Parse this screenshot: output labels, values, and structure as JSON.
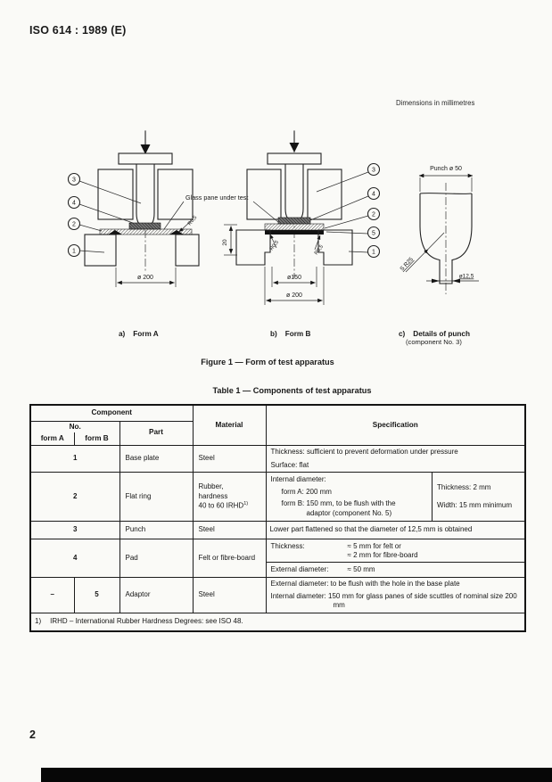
{
  "page": {
    "doc_ref": "ISO 614 : 1989 (E)",
    "dimensions_note": "Dimensions in millimetres",
    "page_number": "2"
  },
  "figure": {
    "caption": "Figure 1 — Form of test apparatus",
    "glass_label": "Glass pane under test",
    "form_a": {
      "caption_prefix": "a)",
      "caption": "Form A",
      "callouts": [
        "3",
        "4",
        "2",
        "1"
      ],
      "dim_outer": "ø 200",
      "radius_label": "R0,5"
    },
    "form_b": {
      "caption_prefix": "b)",
      "caption": "Form B",
      "callouts": [
        "3",
        "4",
        "2",
        "5",
        "1"
      ],
      "dim_inner": "ø150",
      "dim_outer": "ø 200",
      "dim_depth": "20",
      "radius_left": "R0,5",
      "radius_right": "R0,5"
    },
    "punch": {
      "caption_prefix": "c)",
      "caption": "Details of punch",
      "caption_sub": "(component No. 3)",
      "dim_top": "Punch ø 50",
      "dim_stem": "ø12,5",
      "radius_label": "S R25"
    }
  },
  "table": {
    "title": "Table 1 — Components of test apparatus",
    "header": {
      "component": "Component",
      "no": "No.",
      "form_a": "form A",
      "form_b": "form B",
      "part": "Part",
      "material": "Material",
      "specification": "Specification"
    },
    "row1": {
      "no": "1",
      "part": "Base plate",
      "material": "Steel",
      "spec1": "Thickness: sufficient to prevent deformation under pressure",
      "spec2": "Surface: flat"
    },
    "row2": {
      "no": "2",
      "part": "Flat ring",
      "material1": "Rubber,",
      "material2": "hardness",
      "material3": "40 to 60 IRHD",
      "material_sup": "1)",
      "spec_title": "Internal diameter:",
      "spec_a": "form A: 200 mm",
      "spec_b1": "form B: 150 mm, to be flush with the",
      "spec_b2": "adaptor (component No. 5)",
      "spec_r1": "Thickness: 2 mm",
      "spec_r2": "Width: 15 mm minimum"
    },
    "row3": {
      "no": "3",
      "part": "Punch",
      "material": "Steel",
      "spec": "Lower part flattened so that the diameter of 12,5 mm is obtained"
    },
    "row4": {
      "no": "4",
      "part": "Pad",
      "material": "Felt or fibre-board",
      "spec_label1": "Thickness:",
      "spec_v1a": "≈ 5 mm for felt or",
      "spec_v1b": "≈ 2 mm for fibre-board",
      "spec_label2": "External diameter:",
      "spec_v2": "≈ 50 mm"
    },
    "row5": {
      "no_a": "–",
      "no_b": "5",
      "part": "Adaptor",
      "material": "Steel",
      "spec1": "External diameter: to be flush with the hole in the base plate",
      "spec2_label": "Internal diameter:",
      "spec2_text": "150 mm for glass panes of side scuttles of nominal size 200 mm"
    },
    "footnote_marker": "1)",
    "footnote": "IRHD  –  International Rubber Hardness Degrees: see ISO 48."
  }
}
